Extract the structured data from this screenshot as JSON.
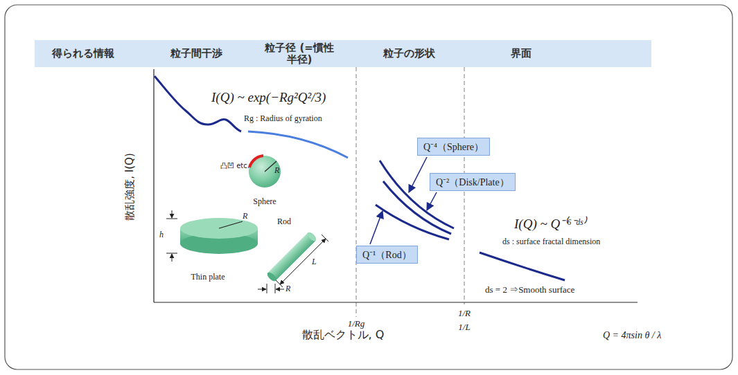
{
  "diagram": {
    "nodes": [
      {
        "text": [
          "得られる情報",
          "粒子間干渉",
          "粒子径 (=慣性半径)",
          "粒子の形状",
          "界面"
        ]
      },
      {
        "text": [
          "Q⁻⁴（Sphere）"
        ]
      },
      {
        "text": [
          "Q⁻²（Disk/Plate）"
        ]
      },
      {
        "text": [
          "Q⁻¹（Rod）"
        ]
      }
    ],
    "labels": [
      "I(Q) ~ exp(−Rg²Q²/3)",
      "Rg : Radius of gyration",
      "凸凹 etc.",
      "R",
      "Sphere",
      "h",
      "R",
      "Thin plate",
      "Rod",
      "L",
      "R",
      "散乱強度, I(Q)",
      "1/Rg",
      "1/R",
      "1/L",
      "散乱ベクトル, Q",
      "Q = 4πsin θ / λ",
      "I(Q) ~ Q⁻⁽⁶⁻ᵈˢ⁾",
      "ds : surface fractal dimension",
      "ds = 2 ⇒Smooth surface"
    ]
  }
}
